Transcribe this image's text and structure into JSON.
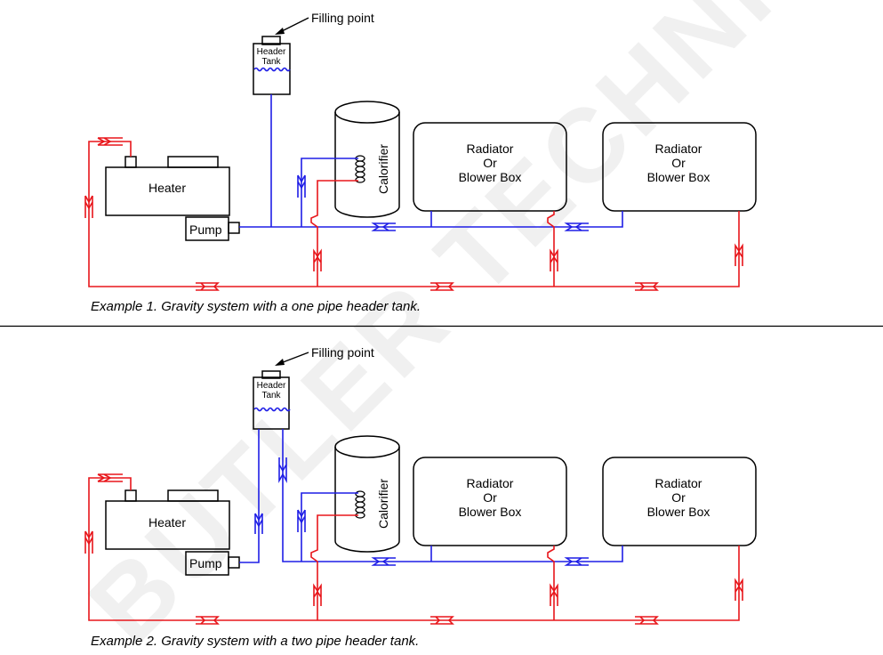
{
  "watermark": "BUTLER TECHNIK",
  "examples": [
    {
      "caption": "Example 1. Gravity system with a one pipe header tank.",
      "filling_point": "Filling point",
      "header_tank": [
        "Header",
        "Tank"
      ],
      "calorifier": "Calorifier",
      "heater": "Heater",
      "pump": "Pump",
      "radiators": [
        [
          "Radiator",
          "Or",
          "Blower Box"
        ],
        [
          "Radiator",
          "Or",
          "Blower Box"
        ]
      ]
    },
    {
      "caption": "Example 2. Gravity system with a two pipe header tank.",
      "filling_point": "Filling point",
      "header_tank": [
        "Header",
        "Tank"
      ],
      "calorifier": "Calorifier",
      "heater": "Heater",
      "pump": "Pump",
      "radiators": [
        [
          "Radiator",
          "Or",
          "Blower Box"
        ],
        [
          "Radiator",
          "Or",
          "Blower Box"
        ]
      ]
    }
  ],
  "colors": {
    "flow": "#e8161b",
    "return": "#1f1ee6",
    "outline": "#000000"
  }
}
